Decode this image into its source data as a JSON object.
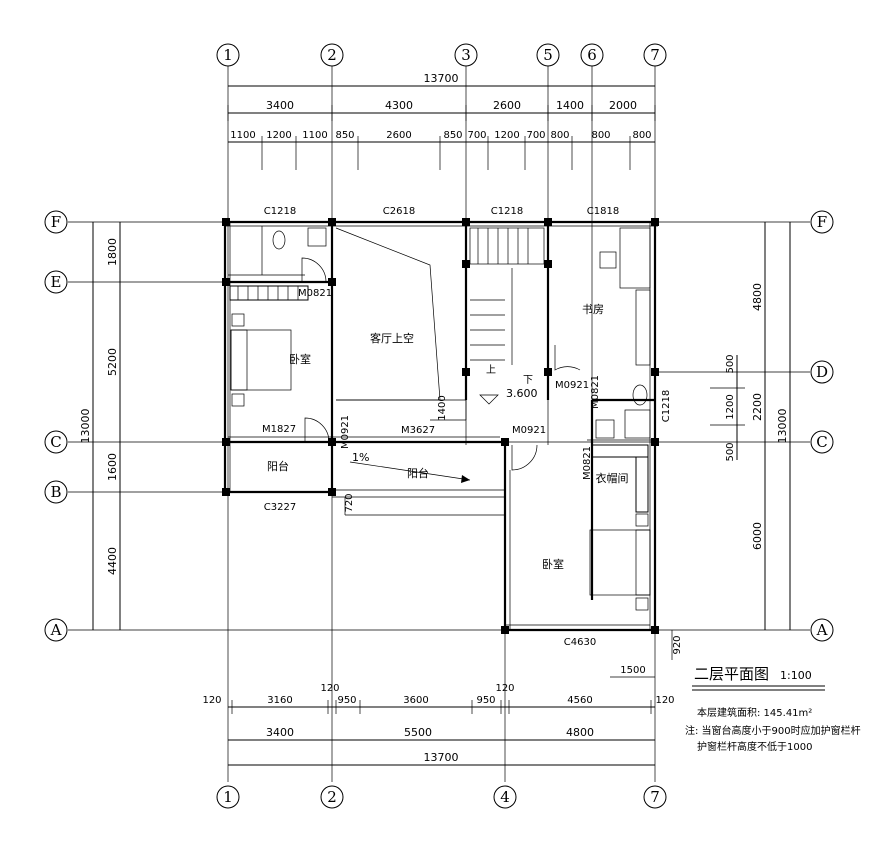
{
  "axes_top": [
    "1",
    "2",
    "3",
    "5",
    "6",
    "7"
  ],
  "axes_bottom": [
    "1",
    "2",
    "4",
    "7"
  ],
  "axes_left": [
    "F",
    "E",
    "C",
    "B",
    "A"
  ],
  "axes_right": [
    "F",
    "D",
    "C",
    "A"
  ],
  "dims_top": {
    "total": "13700",
    "row1": [
      "3400",
      "4300",
      "2600",
      "1400",
      "2000"
    ],
    "row2": [
      "1100",
      "1200",
      "1100",
      "850",
      "2600",
      "850",
      "700",
      "1200",
      "700",
      "800",
      "800",
      "800"
    ]
  },
  "dims_bottom": {
    "row1": [
      "120",
      "3160",
      "120",
      "950",
      "3600",
      "950",
      "120",
      "4560",
      "120"
    ],
    "row2": [
      "3400",
      "5500",
      "4800"
    ],
    "total": "13700"
  },
  "dims_left": {
    "total": "13000",
    "segments": [
      "1800",
      "5200",
      "1600",
      "4400"
    ]
  },
  "dims_right": {
    "total": "13000",
    "segments": [
      "4800",
      "2200",
      "6000"
    ],
    "detail": [
      "500",
      "1200",
      "500"
    ]
  },
  "misc_dims": [
    "720",
    "1400",
    "920",
    "1500"
  ],
  "windows": [
    "C1218",
    "C2618",
    "C1218",
    "C1818",
    "C3227",
    "C4630",
    "C1218"
  ],
  "doors": [
    "M0821",
    "M1827",
    "M0921",
    "M3627",
    "M0921",
    "M0921",
    "M0821",
    "M0821"
  ],
  "rooms": [
    "卧室",
    "客厅上空",
    "书房",
    "阳台",
    "阳台",
    "衣帽间",
    "卧室"
  ],
  "stair": {
    "down": "下",
    "up": "上",
    "elevation": "3.600"
  },
  "slope": "1%",
  "title": "二层平面图",
  "scale": "1:100",
  "notes": [
    "本层建筑面积: 145.41m²",
    "注: 当窗台高度小于900时应加护窗栏杆",
    "护窗栏杆高度不低于1000"
  ]
}
